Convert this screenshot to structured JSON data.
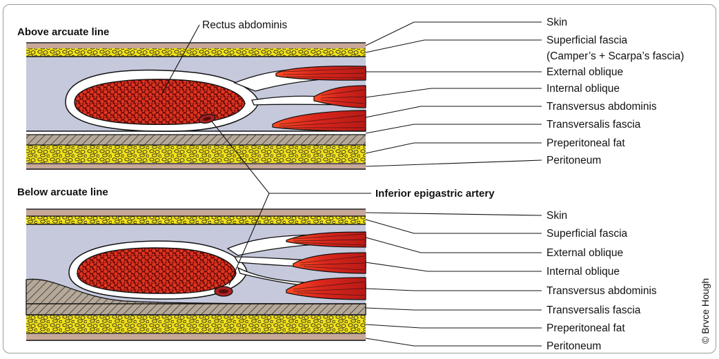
{
  "sections": {
    "above": {
      "title": "Above arcuate line",
      "rectus_label": "Rectus abdominis",
      "labels": [
        "Skin",
        "Superficial fascia",
        "(Camper’s + Scarpa’s fascia)",
        "External oblique",
        "Internal oblique",
        "Transversus abdominis",
        "Transversalis fascia",
        "Preperitoneal fat",
        "Peritoneum"
      ]
    },
    "below": {
      "title": "Below arcuate line",
      "labels": [
        "Skin",
        "Superficial fascia",
        "External oblique",
        "Internal oblique",
        "Transversus abdominis",
        "Transversalis fascia",
        "Preperitoneal fat",
        "Peritoneum"
      ]
    },
    "shared_label": "Inferior epigastric artery"
  },
  "copyright": "© Brvce Hough",
  "colors": {
    "skin": "#c8a898",
    "fascia": "#c6c9dc",
    "fat": "#f2e21a",
    "muscle": "#c8201c",
    "muscle_light": "#ff3a20",
    "hatch": "#a89a88",
    "line": "#111111"
  }
}
